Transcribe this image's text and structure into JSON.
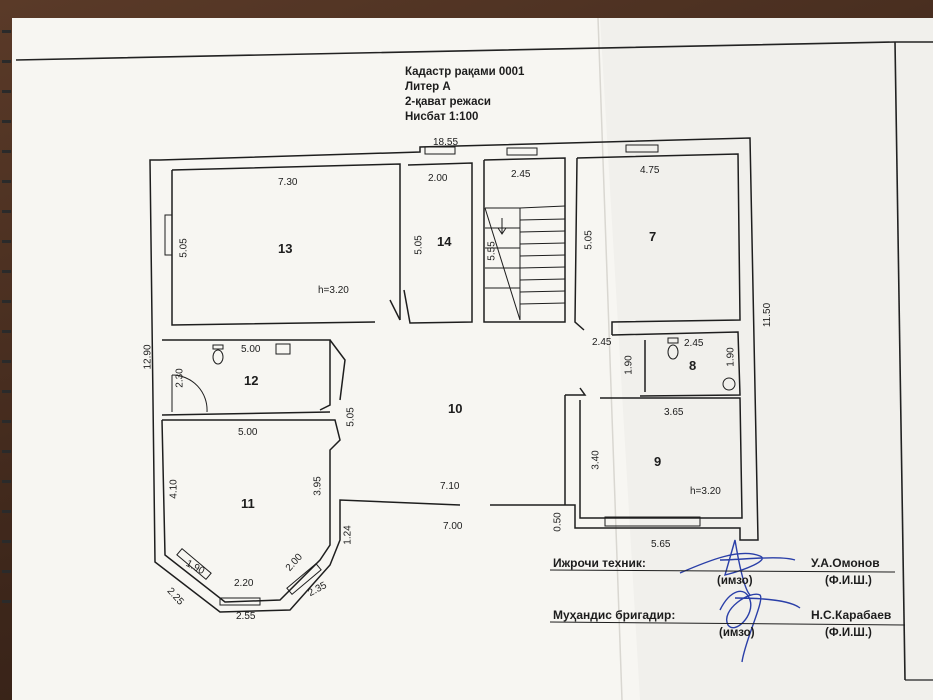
{
  "header": {
    "cadastre": "Кадастр рақами 0001",
    "liter": "Литер А",
    "floor_plan": "2-қават режаси",
    "scale": "Нисбат 1:100"
  },
  "rooms": {
    "r7": "7",
    "r8": "8",
    "r9": "9",
    "r10": "10",
    "r11": "11",
    "r12": "12",
    "r13": "13",
    "r14": "14"
  },
  "heights": {
    "h13": "h=3.20",
    "h9": "h=3.20"
  },
  "dims": {
    "total_top": "18.55",
    "d730": "7.30",
    "d200": "2.00",
    "d245_top": "2.45",
    "d475": "4.75",
    "d505_13": "5.05",
    "d505_14": "5.05",
    "d555": "5.55",
    "d505_7": "5.05",
    "total_right": "11.50",
    "total_left": "12.90",
    "d500_12": "5.00",
    "d230": "2.30",
    "d505_10": "5.05",
    "d245_a": "2.45",
    "d190_a": "1.90",
    "d245_b": "2.45",
    "d190_b": "1.90",
    "d365": "3.65",
    "d340": "3.40",
    "d500_11": "5.00",
    "d410": "4.10",
    "d395": "3.95",
    "d710": "7.10",
    "d700": "7.00",
    "d050": "0.50",
    "d124": "1.24",
    "d565": "5.65",
    "d190_c": "1.90",
    "d220": "2.20",
    "d200_b": "2.00",
    "d225": "2.25",
    "d235": "2.35",
    "d255": "2.55"
  },
  "signatures": {
    "technician_label": "Ижрочи техник:",
    "technician_name": "У.А.Омонов",
    "sign1": "(имзо)",
    "fio1": "(Ф.И.Ш.)",
    "foreman_label": "Муҳандис бригадир:",
    "foreman_name": "Н.С.Карабаев",
    "sign2": "(имзо)",
    "fio2": "(Ф.И.Ш.)"
  }
}
